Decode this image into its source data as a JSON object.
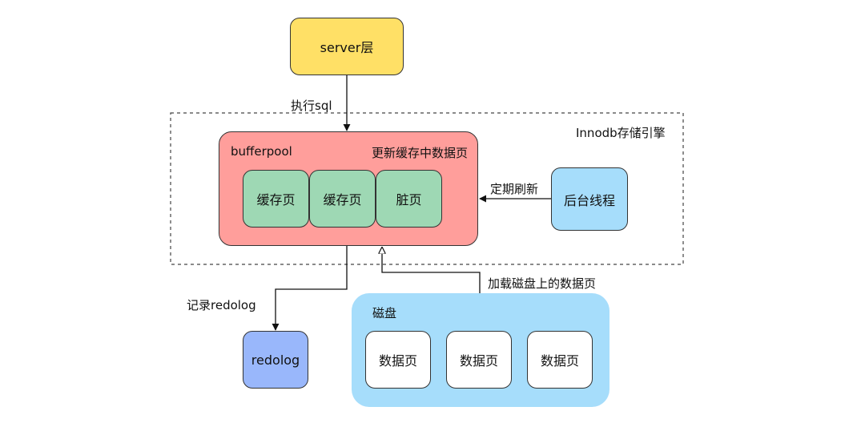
{
  "nodes": {
    "server": "server层",
    "engine": "Innodb存储引擎",
    "bufferpool": "bufferpool",
    "update_note": "更新缓存中数据页",
    "cache_page_1": "缓存页",
    "cache_page_2": "缓存页",
    "dirty_page": "脏页",
    "background_thread": "后台线程",
    "redolog": "redolog",
    "disk": "磁盘",
    "data_page_1": "数据页",
    "data_page_2": "数据页",
    "data_page_3": "数据页"
  },
  "edges": {
    "exec_sql": "执行sql",
    "periodic_flush": "定期刷新",
    "record_redolog": "记录redolog",
    "load_disk_pages": "加载磁盘上的数据页"
  },
  "colors": {
    "server": "#ffe066",
    "bufferpool": "#ff9e9b",
    "page_green": "#9ed8b4",
    "background_thread": "#a6ddfb",
    "redolog": "#99b7fb",
    "disk": "#a6ddfb",
    "data_page": "#ffffff"
  }
}
